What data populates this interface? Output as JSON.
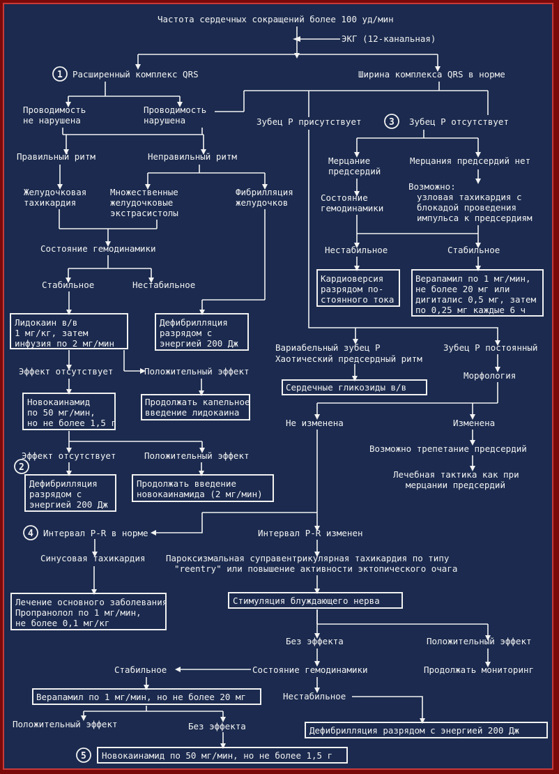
{
  "title": "Частота сердечных сокращений более 100 уд/мин",
  "ekg": "ЭКГ (12-канальная)",
  "markers": {
    "m1": "1",
    "m2": "2",
    "m3": "3",
    "m4": "4",
    "m5": "5"
  },
  "qrs_wide": "Расширенный комплекс QRS",
  "qrs_normal": "Ширина комплекса QRS в норме",
  "conduction_ok": [
    "Проводимость",
    "не нарушена"
  ],
  "conduction_bad": [
    "Проводимость",
    "нарушена"
  ],
  "p_present": "Зубец P присутствует",
  "p_absent": "Зубец P отсутствует",
  "regular_rhythm": "Правильный ритм",
  "irregular_rhythm": "Неправильный ритм",
  "af": [
    "Мерцание",
    "предсердий"
  ],
  "no_af": "Мерцания предсердий нет",
  "vtach": [
    "Желудочковая",
    "тахикардия"
  ],
  "multiple_pvc": [
    "Множественные",
    "желудочковые",
    "экстрасистолы"
  ],
  "vfib": [
    "Фибрилляция",
    "желудочков"
  ],
  "hemo_af": [
    "Состояние",
    "гемодинамики"
  ],
  "possible_nodal": [
    "Возможно:",
    "узловая тахикардия с",
    "блокадой проведения",
    "импульса к предсердиям"
  ],
  "hemodynamics": "Состояние гемодинамики",
  "unstable_af": "Нестабильное",
  "stable_af": "Стабильное",
  "cardioversion": [
    "Кардиоверсия",
    "разрядом по-",
    "стоянного тока"
  ],
  "verapamil_af": [
    "Верапамил по 1 мг/мин,",
    "не более 20 мг или",
    "дигиталис 0,5 мг, затем",
    "по 0,25 мг каждые 6 ч"
  ],
  "stable": "Стабильное",
  "unstable": "Нестабильное",
  "lidocaine": [
    "Лидокаин в/в",
    "1 мг/кг, затем",
    "инфузия по 2 мг/мин"
  ],
  "defib1": [
    "Дефибрилляция",
    "разрядом с",
    "энергией 200 Дж"
  ],
  "variable_p": [
    "Вариабельный зубец P",
    "Хаотический предсердный ритм"
  ],
  "constant_p": "Зубец P постоянный",
  "no_effect1": "Эффект отсутствует",
  "positive1": "Положительный эффект",
  "glycosides": "Сердечные гликозиды в/в",
  "morphology": "Морфология",
  "procainamide1": [
    "Новокаинамид",
    "по 50 мг/мин,",
    "но не более 1,5 г"
  ],
  "continue_lido": [
    "Продолжать капельное",
    "введение лидокаина"
  ],
  "not_changed": "Не изменена",
  "changed": "Изменена",
  "flutter": "Возможно трепетание предсердий",
  "no_effect2": "Эффект отсутствует",
  "positive2": "Положительный эффект",
  "defib2": [
    "Дефибрилляция",
    "разрядом с",
    "энергией 200 Дж"
  ],
  "continue_proc": [
    "Продолжать введение",
    "новокаинамида (2 мг/мин)"
  ],
  "treat_like_af": [
    "Лечебная тактика как при",
    "мерцании предсердий"
  ],
  "pr_normal": "Интервал P-R в норме",
  "pr_changed": "Интервал P-R изменен",
  "sinus": "Синусовая тахикардия",
  "psvt": [
    "Пароксизмальная суправентрикулярная тахикардия по типу",
    "\"reentry\" или повышение активности эктопического очага"
  ],
  "treat_underlying": [
    "Лечение основного заболевания",
    "Пропранолол по 1 мг/мин,",
    "не более 0,1 мг/кг"
  ],
  "vagal": "Стимуляция блуждающего нерва",
  "no_effect3": "Без эффекта",
  "positive3": "Положительный эффект",
  "stable3": "Стабильное",
  "hemodynamics3": "Состояние гемодинамики",
  "continue_monitor": "Продолжать мониторинг",
  "verapamil3": "Верапамил по 1 мг/мин, но не более 20 мг",
  "unstable3": "Нестабильное",
  "positive4": "Положительный эффект",
  "no_effect4": "Без эффекта",
  "defib3": "Дефибрилляция разрядом с энергией 200 Дж",
  "procainamide2": "Новокаинамид по 50 мг/мин, но не более 1,5 г"
}
